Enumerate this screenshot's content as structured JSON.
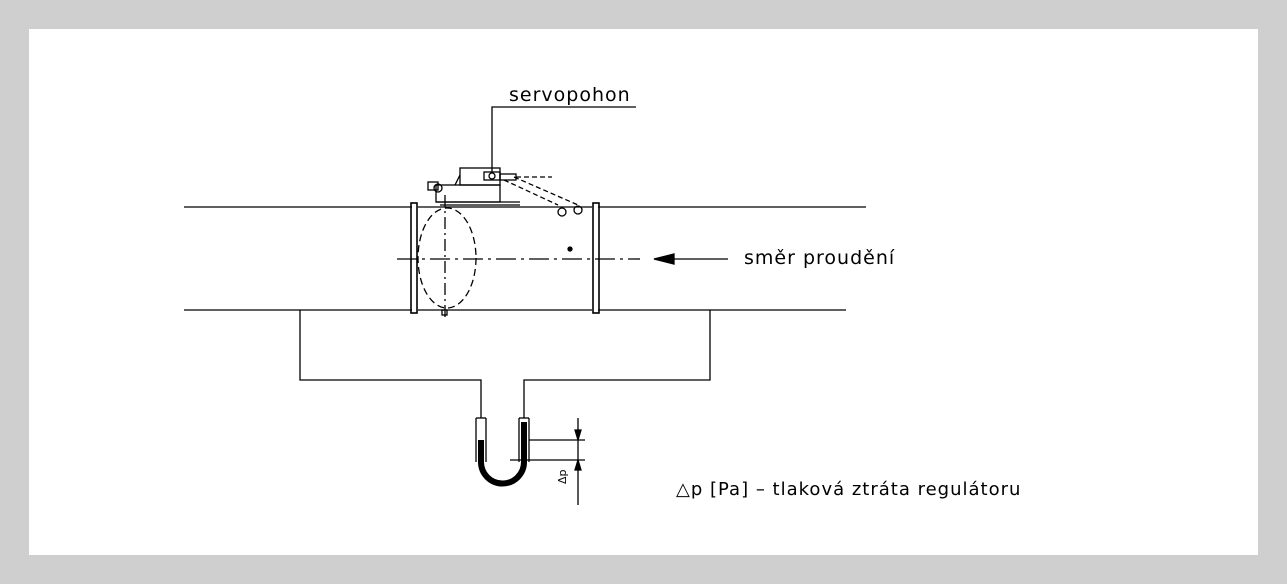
{
  "labels": {
    "actuator": "servopohon",
    "flow_direction": "směr proudění",
    "delta_symbol": "Δp",
    "pressure_loss": "△p  [Pa]  –  tlaková  ztráta  regulátoru"
  }
}
